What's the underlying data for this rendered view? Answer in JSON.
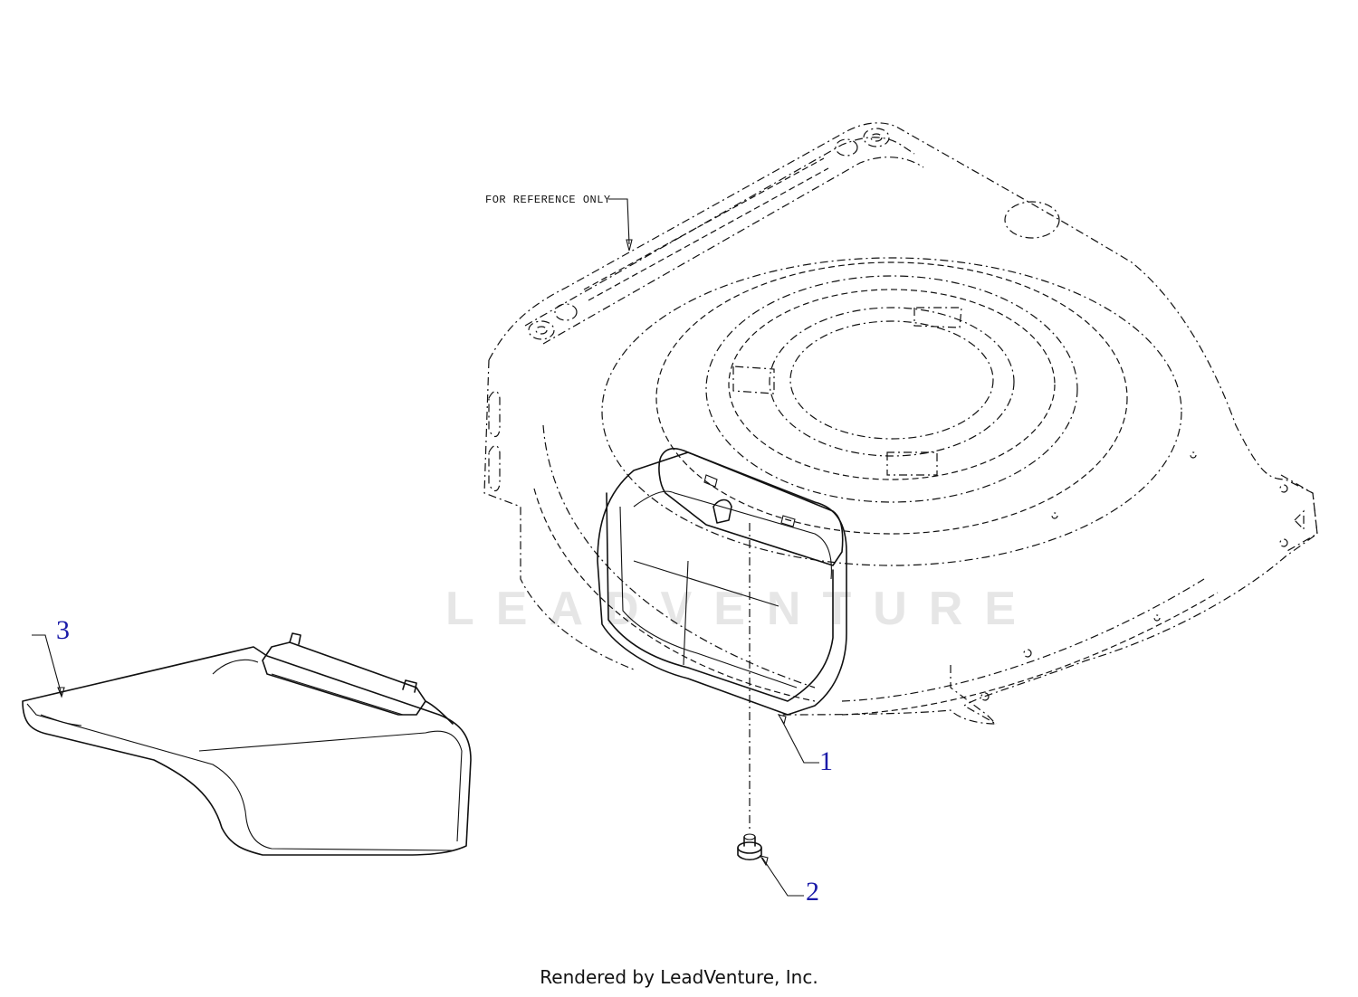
{
  "diagram": {
    "reference_note": "FOR REFERENCE ONLY",
    "watermark": "LEADVENTURE",
    "callouts": [
      {
        "id": "1",
        "label": "1"
      },
      {
        "id": "2",
        "label": "2"
      },
      {
        "id": "3",
        "label": "3"
      }
    ]
  },
  "footer": {
    "text": "Rendered by LeadVenture, Inc."
  }
}
